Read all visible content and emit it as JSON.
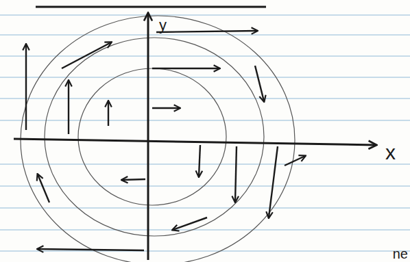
{
  "diagram": {
    "labels": [
      "y",
      "x",
      "ne"
    ]
  }
}
